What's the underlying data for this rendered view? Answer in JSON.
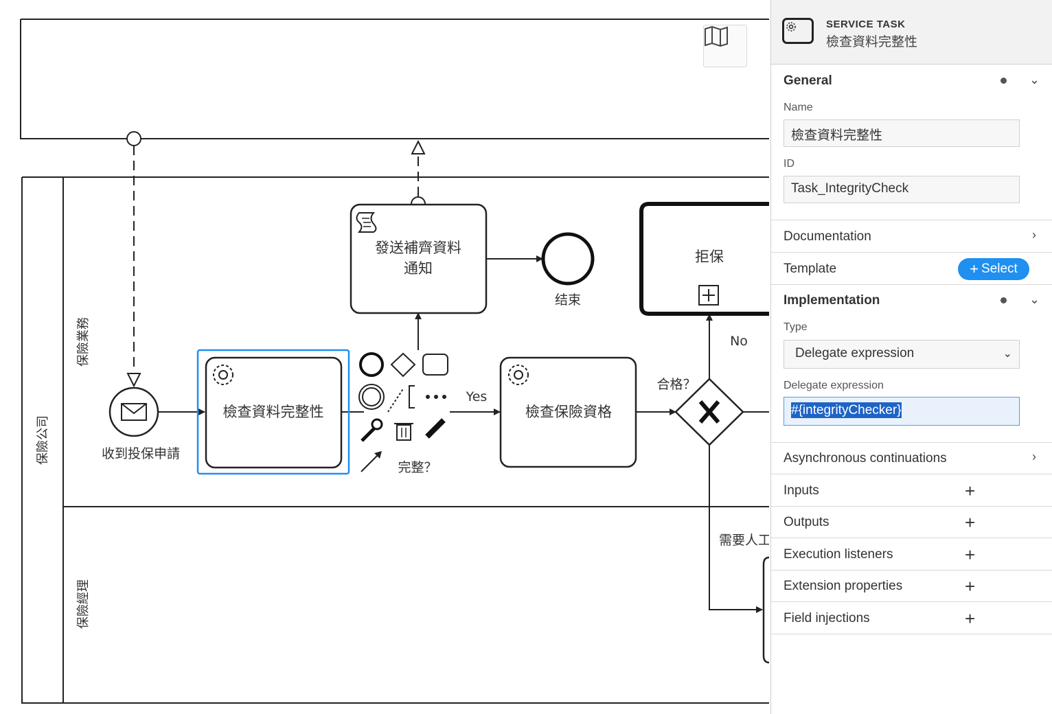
{
  "diagram": {
    "pool_name": "保險公司",
    "lanes": [
      "保險業務",
      "保險經理"
    ],
    "start_event_label": "收到投保申請",
    "tasks": {
      "integrity_check": "檢查資料完整性",
      "notify": "發送補齊資料通知",
      "eligibility": "檢查保險資格",
      "reject": "拒保"
    },
    "end_event_label": "结束",
    "flow_labels": {
      "complete_question": "完整？",
      "yes": "Yes",
      "qualified_question": "合格？",
      "no": "No",
      "manual": "需要人工"
    },
    "icons": {
      "service_task": "gear-icon",
      "script_task": "script-icon",
      "message_start": "envelope-icon",
      "gateway": "exclusive-gateway-x-icon",
      "subprocess": "plus-box-icon",
      "minimap": "map-icon"
    }
  },
  "panel": {
    "element_type": "SERVICE TASK",
    "element_name": "檢查資料完整性",
    "general": {
      "title": "General",
      "name_label": "Name",
      "name_value": "檢查資料完整性",
      "id_label": "ID",
      "id_value": "Task_IntegrityCheck"
    },
    "documentation_title": "Documentation",
    "template": {
      "title": "Template",
      "select_label": "Select"
    },
    "implementation": {
      "title": "Implementation",
      "type_label": "Type",
      "type_value": "Delegate expression",
      "expr_label": "Delegate expression",
      "expr_value": "#{integrityChecker}"
    },
    "async_title": "Asynchronous continuations",
    "inputs_title": "Inputs",
    "outputs_title": "Outputs",
    "execution_listeners_title": "Execution listeners",
    "extension_properties_title": "Extension properties",
    "field_injections_title": "Field injections"
  },
  "colors": {
    "selection": "#1f8ff0",
    "stroke": "#222222",
    "panel_header_bg": "#f2f2f2"
  }
}
